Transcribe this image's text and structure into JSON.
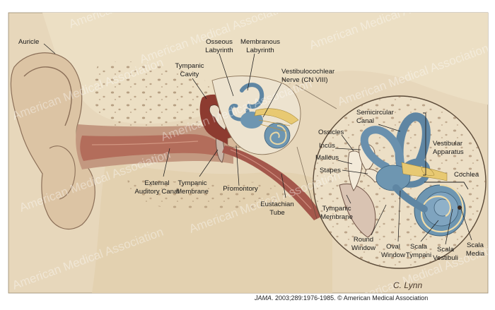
{
  "colors": {
    "background": "#e7d7bb",
    "bone": "#ede0c5",
    "flesh": "#b77f6a",
    "canal": "#b36d5b",
    "membrane": "#a9b8c4",
    "nerve": "#e8c972",
    "leader": "#1e1e1e"
  },
  "labels": {
    "auricle": "Auricle",
    "osseous_1": "Osseous",
    "osseous_2": "Labyrinth",
    "membranous_1": "Membranous",
    "membranous_2": "Labyrinth",
    "tympanic_cavity_1": "Tympanic",
    "tympanic_cavity_2": "Cavity",
    "vestibulocochlear_1": "Vestibulocochlear",
    "vestibulocochlear_2": "Nerve (CN VIII)",
    "semicircular_1": "Semicircular",
    "semicircular_2": "Canal",
    "ossicles": "Ossicles",
    "incus": "Incus",
    "malleus": "Malleus",
    "stapes": "Stapes",
    "vestibular_1": "Vestibular",
    "vestibular_2": "Apparatus",
    "cochlea": "Cochlea",
    "external_1": "External",
    "external_2": "Auditory Canal",
    "tympanic_membrane_1": "Tympanic",
    "tympanic_membrane_2": "Membrane",
    "promontory": "Promontory",
    "eustachian_1": "Eustachian",
    "eustachian_2": "Tube",
    "tympanic_membrane_b_1": "Tympanic",
    "tympanic_membrane_b_2": "Membrane",
    "round_1": "Round",
    "round_2": "Window",
    "oval_1": "Oval",
    "oval_2": "Window",
    "scala_tympani_1": "Scala",
    "scala_tympani_2": "Tympani",
    "scala_vestibuli_1": "Scala",
    "scala_vestibuli_2": "Vestibuli",
    "scala_media_1": "Scala",
    "scala_media_2": "Media"
  },
  "watermark": "American Medical Association",
  "signature": "C. Lynn",
  "credit": {
    "journal": "JAMA",
    "citation": ". 2003;289:1976-1985. © American Medical Association"
  }
}
